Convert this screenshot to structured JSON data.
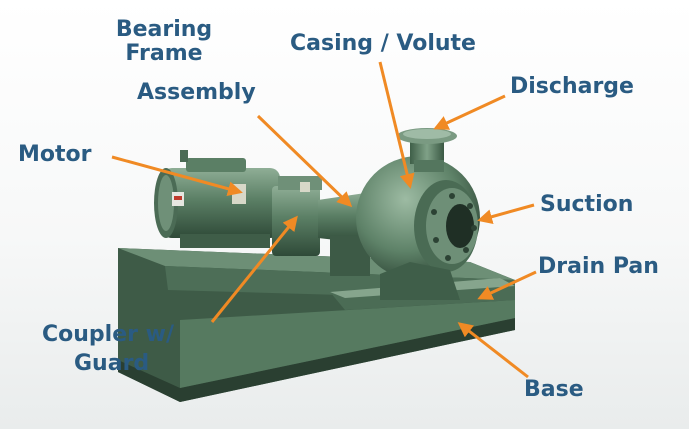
{
  "labels": {
    "bearing_line1": "Bearing",
    "bearing_line2": "Frame",
    "bearing_line3": "Assembly",
    "casing": "Casing / Volute",
    "discharge": "Discharge",
    "motor": "Motor",
    "suction": "Suction",
    "drain_pan": "Drain Pan",
    "coupler_line1": "Coupler w/",
    "coupler_line2": "Guard",
    "base": "Base"
  },
  "colors": {
    "label_text": "#2a5b82",
    "arrow": "#f08a24",
    "pump_green": "#5b7f65",
    "pump_dark": "#2f4a38",
    "pump_light": "#8fae96"
  }
}
